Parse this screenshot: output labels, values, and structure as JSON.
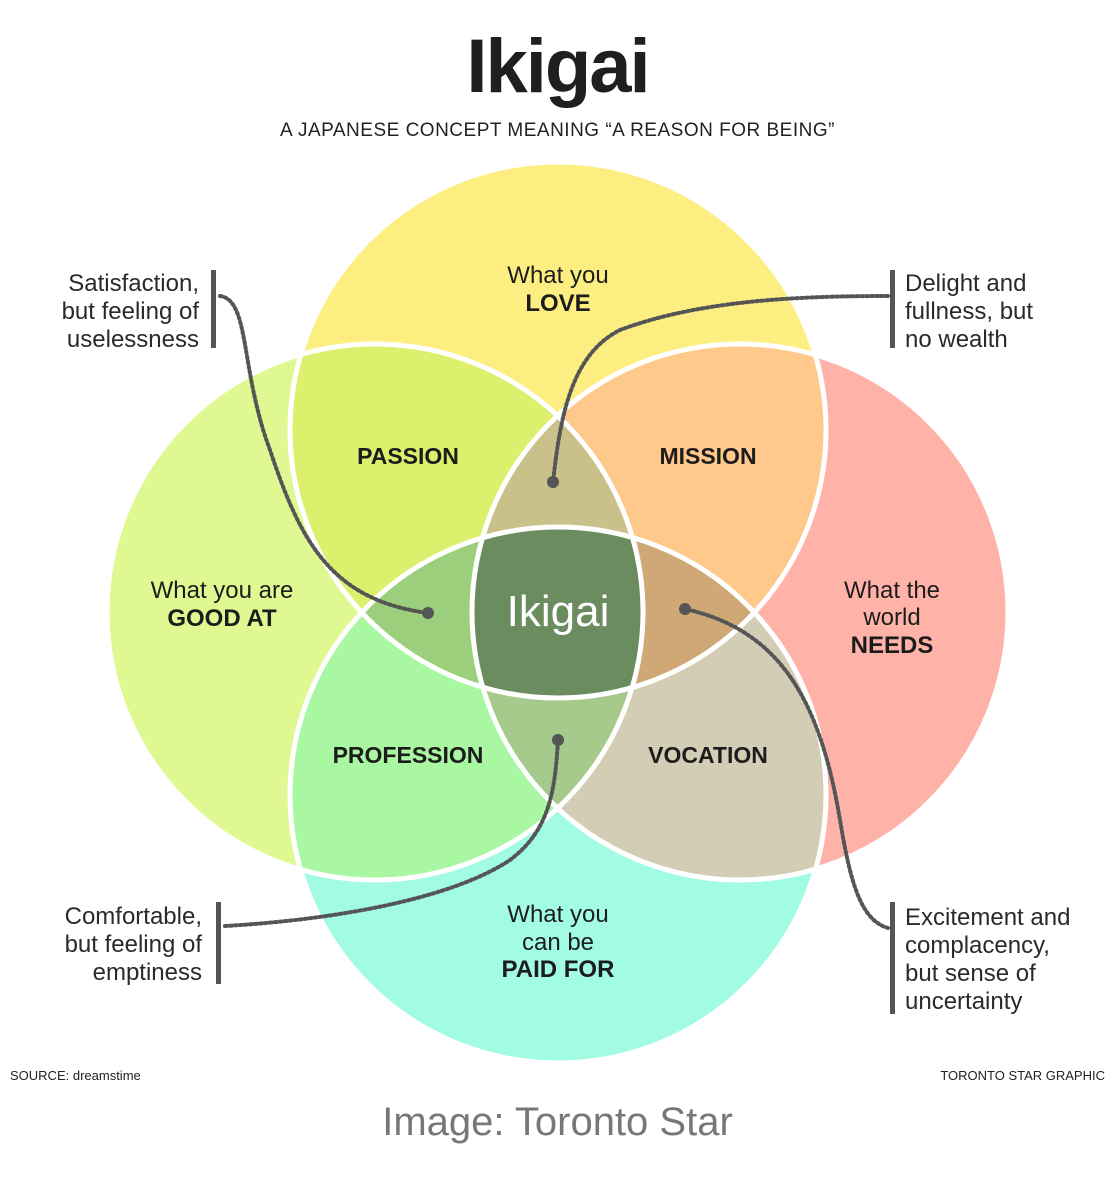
{
  "title": "Ikigai",
  "subtitle": "A JAPANESE CONCEPT MEANING “A REASON FOR BEING”",
  "circles": {
    "love": {
      "line1": "What you",
      "bold": "LOVE"
    },
    "good_at": {
      "line1": "What you are",
      "bold": "GOOD AT"
    },
    "needs": {
      "line1": "What the",
      "line2": "world",
      "bold": "NEEDS"
    },
    "paid_for": {
      "line1": "What you",
      "line2": "can be",
      "bold": "PAID FOR"
    }
  },
  "regions": {
    "passion": "PASSION",
    "mission": "MISSION",
    "profession": "PROFESSION",
    "vocation": "VOCATION",
    "center": "Ikigai"
  },
  "notes": {
    "top_left": [
      "Satisfaction,",
      "but feeling of",
      "uselessness"
    ],
    "top_right": [
      "Delight and",
      "fullness, but",
      "no wealth"
    ],
    "bottom_left": [
      "Comfortable,",
      "but feeling of",
      "emptiness"
    ],
    "bottom_right": [
      "Excitement and",
      "complacency,",
      "but sense of",
      "uncertainty"
    ]
  },
  "footer": {
    "source": "SOURCE: dreamstime",
    "graphic": "TORONTO STAR GRAPHIC",
    "credit": "Image: Toronto Star"
  },
  "colors": {
    "love": "#fdee82",
    "good_at": "#e0f891",
    "needs": "#ffb3a8",
    "paid_for": "#a2fbe3",
    "passion": "#dcf06e",
    "mission": "#fec98a",
    "profession": "#a9f7a2",
    "vocation": "#d4cdb6",
    "center": "#6a8c5e"
  }
}
